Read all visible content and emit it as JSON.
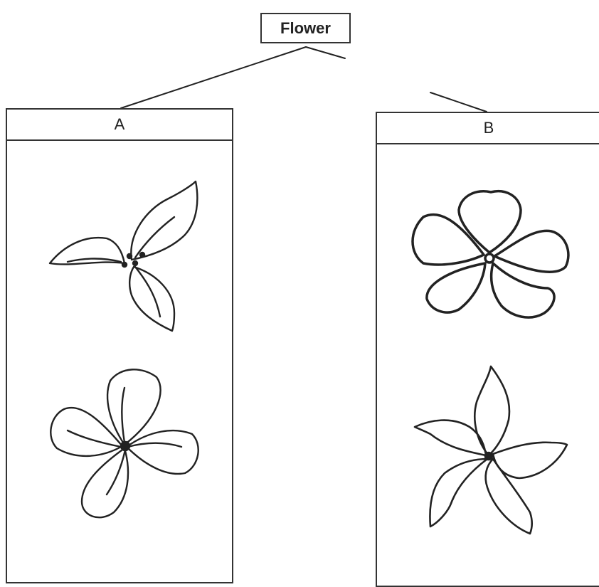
{
  "root": {
    "label": "Flower"
  },
  "groups": [
    {
      "label": "A"
    },
    {
      "label": "B"
    }
  ]
}
